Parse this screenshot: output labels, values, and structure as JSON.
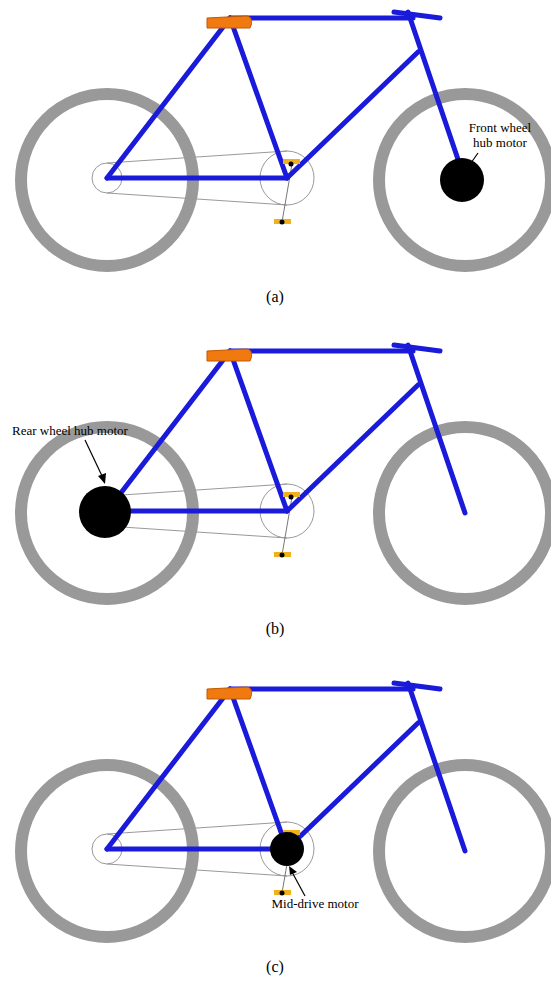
{
  "diagram": {
    "labels": [
      "Front wheel hub motor",
      "(a)",
      "Rear wheel hub motor",
      "(b)",
      "Mid-drive motor",
      "(c)"
    ]
  }
}
